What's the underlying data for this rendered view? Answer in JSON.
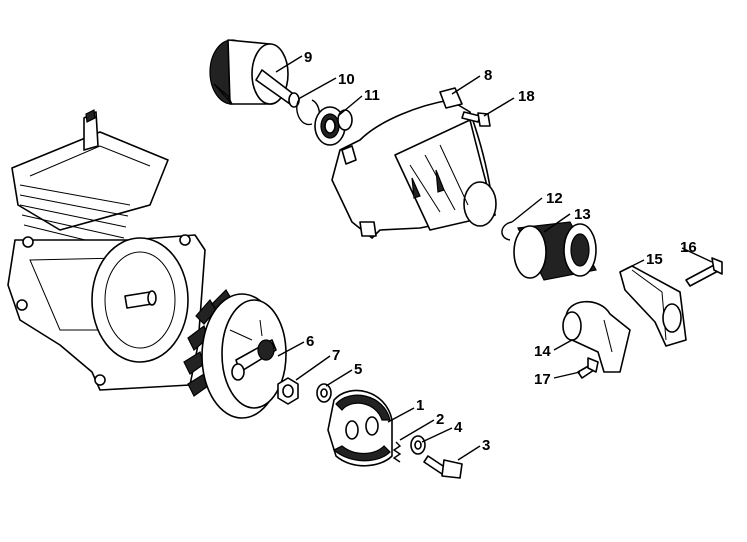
{
  "labels": {
    "p1": "1",
    "p2": "2",
    "p3": "3",
    "p4": "4",
    "p5": "5",
    "p6": "6",
    "p7": "7",
    "p8": "8",
    "p9": "9",
    "p10": "10",
    "p11": "11",
    "p12": "12",
    "p13": "13",
    "p14": "14",
    "p15": "15",
    "p16": "16",
    "p17": "17",
    "p18": "18"
  }
}
